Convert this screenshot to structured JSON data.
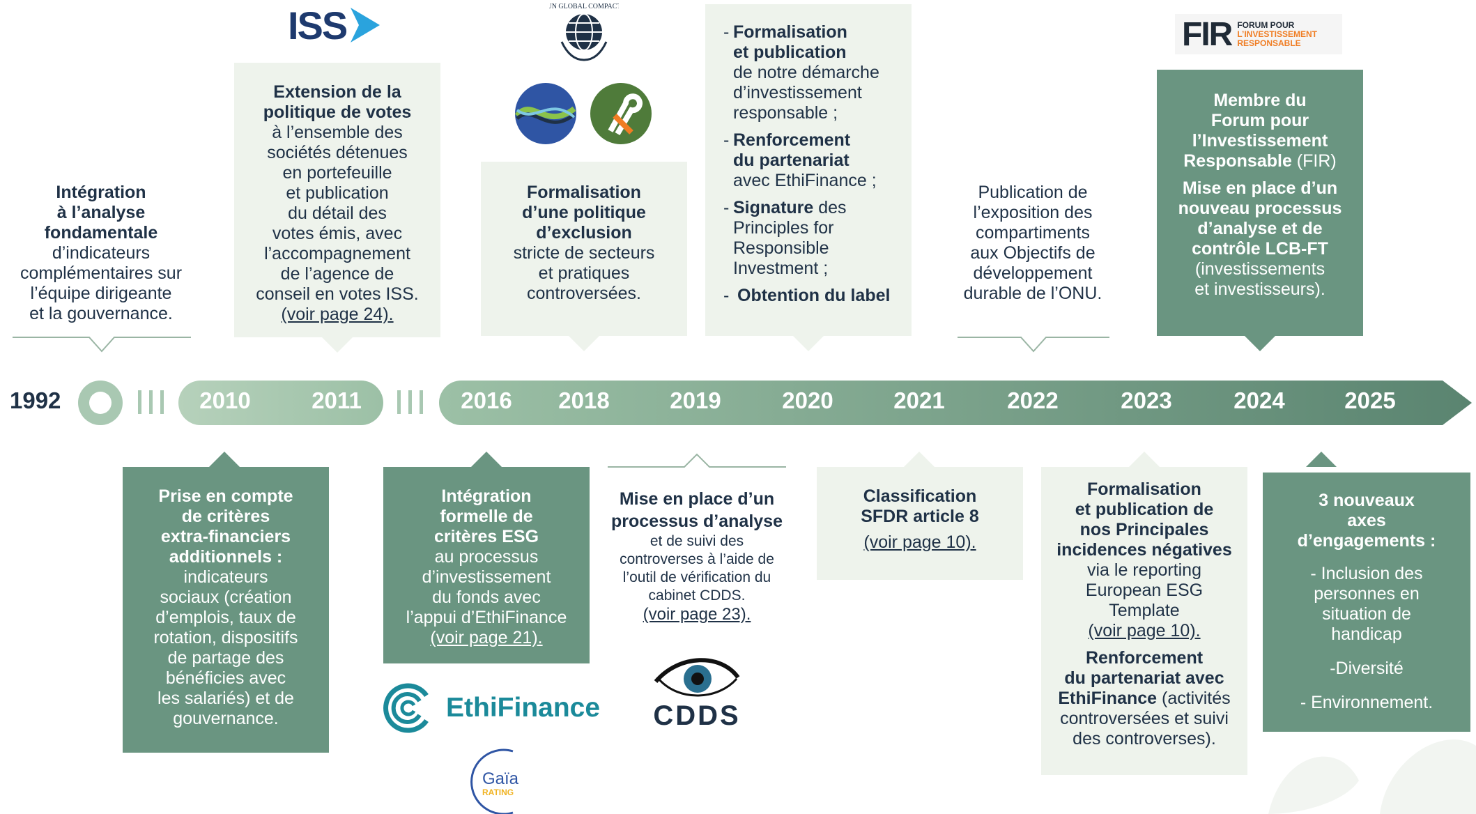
{
  "timeline": {
    "y1992": "1992",
    "y2010": "2010",
    "y2011": "2011",
    "y2016": "2016",
    "y2018": "2018",
    "y2019": "2019",
    "y2020": "2020",
    "y2021": "2021",
    "y2022": "2022",
    "y2023": "2023",
    "y2024": "2024",
    "y2025": "2025"
  },
  "top": {
    "b1992": {
      "l1": "Intégration",
      "l2": "à l’analyse",
      "l3": "fondamentale",
      "l4": "d’indicateurs",
      "l5": "complémentaires sur",
      "l6": "l’équipe dirigeante",
      "l7": "et la gouvernance."
    },
    "b2011": {
      "l1": "Extension de la",
      "l2": "politique de votes",
      "l3": "à l’ensemble des",
      "l4": "sociétés détenues",
      "l5": "en portefeuille",
      "l6": "et publication",
      "l7": "du détail des",
      "l8": "votes émis, avec",
      "l9": "l’accompagnement",
      "l10": "de l’agence de",
      "l11": "conseil en votes ISS.",
      "l12": "(voir page 24)."
    },
    "b2018": {
      "l1": "Formalisation",
      "l2": "d’une politique",
      "l3": "d’exclusion",
      "l4": "stricte de secteurs",
      "l5": "et pratiques",
      "l6": "controversées."
    },
    "b2020": {
      "i1a": "Formalisation",
      "i1b": "et publication",
      "i1c": "de notre démarche",
      "i1d": "d’investissement",
      "i1e": "responsable ;",
      "i2a": "Renforcement",
      "i2b": "du partenariat",
      "i2c": "avec EthiFinance ;",
      "i3a": "Signature",
      "i3b": " des",
      "i3c": "Principles for",
      "i3d": "Responsible",
      "i3e": "Investment ;",
      "i4": "Obtention du label",
      "dash": "-"
    },
    "b2022": {
      "l1": "Publication de",
      "l2": "l’exposition des",
      "l3": "compartiments",
      "l4": "aux Objectifs de",
      "l5": "développement",
      "l6": "durable de l’ONU."
    },
    "b2024": {
      "l1": "Membre du",
      "l2": "Forum pour",
      "l3": "l’Investissement",
      "l4": "Responsable",
      "l4b": " (FIR)",
      "l5": "Mise en place d’un",
      "l6": "nouveau processus",
      "l7": "d’analyse et de",
      "l8": "contrôle LCB-FT",
      "l9": "(investissements",
      "l10": "et investisseurs)."
    }
  },
  "bottom": {
    "b2010": {
      "l1": "Prise en compte",
      "l2": "de critères",
      "l3": "extra-financiers",
      "l4": "additionnels :",
      "l5": "indicateurs",
      "l6": "sociaux (création",
      "l7": "d’emplois, taux de",
      "l8": "rotation, dispositifs",
      "l9": "de partage des",
      "l10": "bénéficies avec",
      "l11": "les salariés) et de",
      "l12": "gouvernance."
    },
    "b2016": {
      "l1": "Intégration",
      "l2": "formelle de",
      "l3": "critères ESG",
      "l4": "au processus",
      "l5": "d’investissement",
      "l6": "du fonds avec",
      "l7": "l’appui d’EthiFinance",
      "l8": "(voir page 21)."
    },
    "b2019": {
      "l1": "Mise en place d’un",
      "l2": "processus d’analyse",
      "l3": "et de suivi des",
      "l4": "controverses à l’aide de",
      "l5": "l’outil de vérification du",
      "l6": "cabinet CDDS.",
      "l7": "(voir page 23)."
    },
    "b2021": {
      "l1": "Classification",
      "l2": "SFDR article 8",
      "l3": "(voir page 10)."
    },
    "b2023": {
      "l1": "Formalisation",
      "l2": "et publication de",
      "l3": "nos Principales",
      "l4": "incidences négatives",
      "l5": "via le reporting",
      "l6": "European ESG",
      "l7": "Template",
      "l8": "(voir page 10).",
      "l9": "Renforcement",
      "l10": "du partenariat avec",
      "l11": "EthiFinance",
      "l11b": " (activités",
      "l12": "controversées et suivi",
      "l13": "des controverses)."
    },
    "b2025": {
      "l1": "3 nouveaux",
      "l2": "axes",
      "l3": "d’engagements :",
      "l4": "- Inclusion des",
      "l5": "personnes en",
      "l6": "situation de",
      "l7": "handicap",
      "l8": "-Diversité",
      "l9": "- Environnement."
    }
  },
  "logos": {
    "iss": "ISS",
    "ungc": "UN GLOBAL COMPACT",
    "fir_abbr": "FIR",
    "fir_l1": "FORUM POUR",
    "fir_l2": "L’INVESTISSEMENT",
    "fir_l3": "RESPONSABLE",
    "ethifinance": "EthiFinance",
    "cdds": "CDDS",
    "gaia1": "Gaïa",
    "gaia2": "RATING"
  },
  "colors": {
    "dark_green": "#6a9581",
    "light_green": "#eef3ec",
    "navy": "#1f3146",
    "iss_blue": "#1e3a6e",
    "fir_orange": "#f07d23",
    "ethi_teal": "#1b8a9a"
  }
}
